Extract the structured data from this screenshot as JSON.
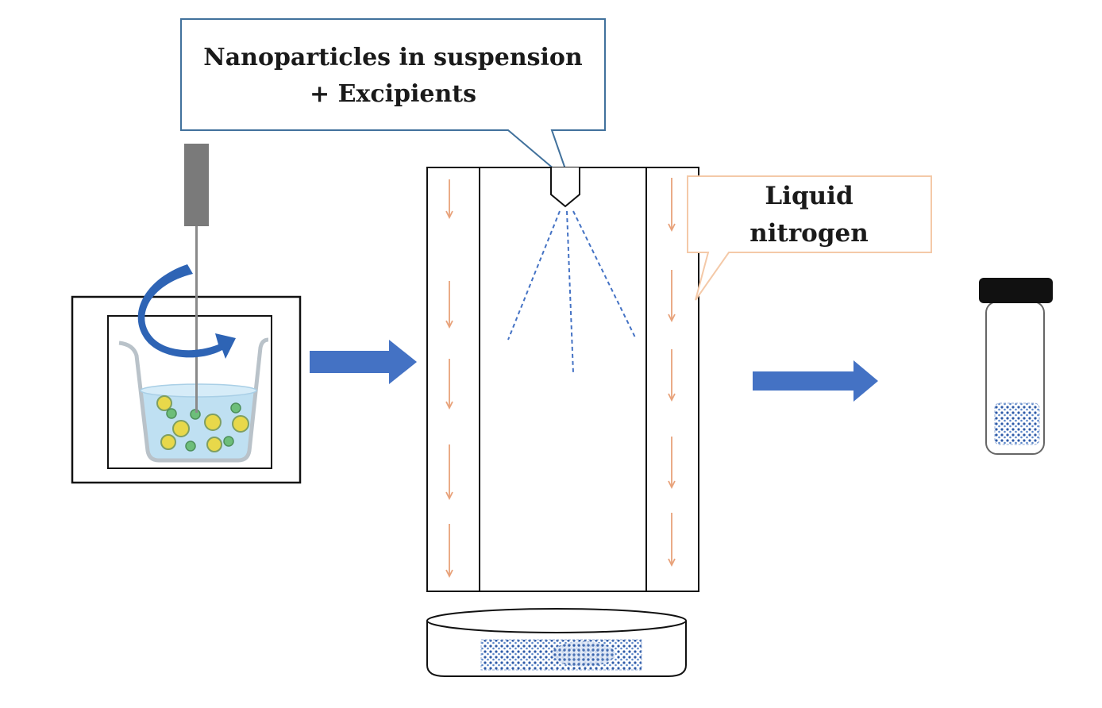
{
  "callouts": {
    "suspension": {
      "line1": "Nanoparticles in suspension",
      "line2": "+ Excipients"
    },
    "nitrogen": {
      "line1": "Liquid",
      "line2": "nitrogen"
    }
  },
  "icons": {
    "stirrer": "magnetic-stirrer-icon",
    "beaker": "beaker-icon",
    "column": "spray-freezing-column",
    "nozzle": "spray-nozzle-icon",
    "petri_dish": "petri-dish-icon",
    "vial": "vial-icon",
    "arrow": "process-arrow-icon"
  },
  "colors": {
    "process_arrow": "#4472C4",
    "nitrogen_flow": "#E8A27A",
    "spray": "#4472C4",
    "callout_border": "#41719C",
    "nitrogen_border": "#F4C9A8",
    "frozen_powder": "#2E5BA8",
    "nanoparticle_large": "#E8D84A",
    "nanoparticle_small": "#6DBE7A",
    "liquid": "#BFE0F2",
    "vial_cap": "#111111"
  }
}
